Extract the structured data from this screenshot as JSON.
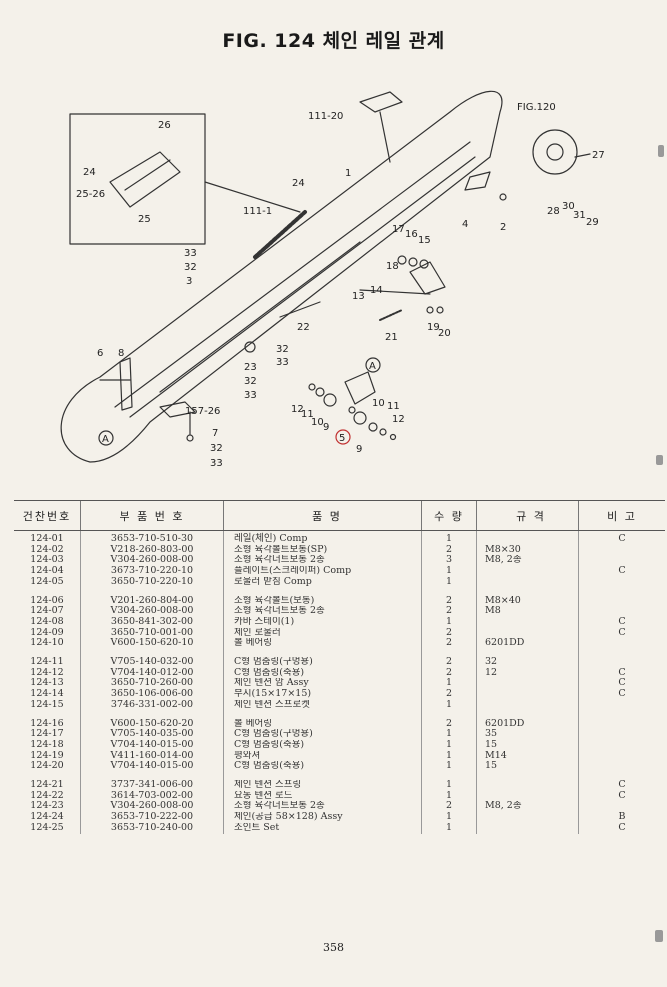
{
  "title": "FIG. 124 체인 레일 관계",
  "diagram_labels": {
    "l26": "26",
    "l24a": "24",
    "l25_26": "25-26",
    "l25": "25",
    "l111_20": "111-20",
    "fig120": "FIG.120",
    "l27": "27",
    "l1": "1",
    "l24b": "24",
    "l111_1": "111-1",
    "l28": "28",
    "l30": "30",
    "l31": "31",
    "l29": "29",
    "l4": "4",
    "l2": "2",
    "l33a": "33",
    "l32a": "32",
    "l3": "3",
    "l17": "17",
    "l16": "16",
    "l15": "15",
    "l18": "18",
    "l13": "13",
    "l14": "14",
    "l22": "22",
    "l19": "19",
    "l20": "20",
    "l21": "21",
    "l6": "6",
    "l8": "8",
    "l23": "23",
    "l32b": "32",
    "l33b": "33",
    "l32c": "32",
    "l33c": "33",
    "markA1": "A",
    "markA2": "A",
    "l157_26": "157-26",
    "l7": "7",
    "l32d": "32",
    "l33d": "33",
    "l12a": "12",
    "l11a": "11",
    "l10a": "10",
    "l9a": "9",
    "l5": "5",
    "l9b": "9",
    "l10b": "10",
    "l11b": "11",
    "l12b": "12"
  },
  "table": {
    "headers": [
      "건찬번호",
      "부 품 번 호",
      "품 명",
      "수 량",
      "규 격",
      "비 고"
    ],
    "groups": [
      [
        [
          "124-01",
          "3653-710-510-30",
          "레일(체인) Comp",
          "1",
          "",
          "C"
        ],
        [
          "124-02",
          "V218-260-803-00",
          "소형 육각볼트보통(SP)",
          "2",
          "M8×30",
          ""
        ],
        [
          "124-03",
          "V304-260-008-00",
          "소형 육각너트보통 2종",
          "3",
          "M8, 2종",
          ""
        ],
        [
          "124-04",
          "3673-710-220-10",
          "플레이트(스크레이퍼) Comp",
          "1",
          "",
          "C"
        ],
        [
          "124-05",
          "3650-710-220-10",
          "로울러 받침 Comp",
          "1",
          "",
          ""
        ]
      ],
      [
        [
          "124-06",
          "V201-260-804-00",
          "소형 육각볼트(보통)",
          "2",
          "M8×40",
          ""
        ],
        [
          "124-07",
          "V304-260-008-00",
          "소형 육각너트보통 2종",
          "2",
          "M8",
          ""
        ],
        [
          "124-08",
          "3650-841-302-00",
          "카바 스테이(1)",
          "1",
          "",
          "C"
        ],
        [
          "124-09",
          "3650-710-001-00",
          "체인 로울러",
          "2",
          "",
          "C"
        ],
        [
          "124-10",
          "V600-150-620-10",
          "볼 베어링",
          "2",
          "6201DD",
          ""
        ]
      ],
      [
        [
          "124-11",
          "V705-140-032-00",
          "C형 멈춤링(구멍용)",
          "2",
          "32",
          ""
        ],
        [
          "124-12",
          "V704-140-012-00",
          "C형 멈춤링(축용)",
          "2",
          "12",
          "C"
        ],
        [
          "124-13",
          "3650-710-260-00",
          "체인 텐션 암 Assy",
          "1",
          "",
          "C"
        ],
        [
          "124-14",
          "3650-106-006-00",
          "부시(15×17×15)",
          "2",
          "",
          "C"
        ],
        [
          "124-15",
          "3746-331-002-00",
          "체인 텐션 스프로켓",
          "1",
          "",
          ""
        ]
      ],
      [
        [
          "124-16",
          "V600-150-620-20",
          "볼 베어링",
          "2",
          "6201DD",
          ""
        ],
        [
          "124-17",
          "V705-140-035-00",
          "C형 멈춤링(구멍용)",
          "1",
          "35",
          ""
        ],
        [
          "124-18",
          "V704-140-015-00",
          "C형 멈춤링(축용)",
          "1",
          "15",
          ""
        ],
        [
          "124-19",
          "V411-160-014-00",
          "평와셔",
          "1",
          "M14",
          ""
        ],
        [
          "124-20",
          "V704-140-015-00",
          "C형 멈춤링(축용)",
          "1",
          "15",
          ""
        ]
      ],
      [
        [
          "124-21",
          "3737-341-006-00",
          "체인 텐션 스프링",
          "1",
          "",
          "C"
        ],
        [
          "124-22",
          "3614-703-002-00",
          "요동 텐션 로드",
          "1",
          "",
          "C"
        ],
        [
          "124-23",
          "V304-260-008-00",
          "소형 육각너트보통 2종",
          "2",
          "M8, 2종",
          ""
        ],
        [
          "124-24",
          "3653-710-222-00",
          "체인(공급 58×128) Assy",
          "1",
          "",
          "B"
        ],
        [
          "124-25",
          "3653-710-240-00",
          "조인트 Set",
          "1",
          "",
          "C"
        ]
      ]
    ]
  },
  "page_number": "358"
}
